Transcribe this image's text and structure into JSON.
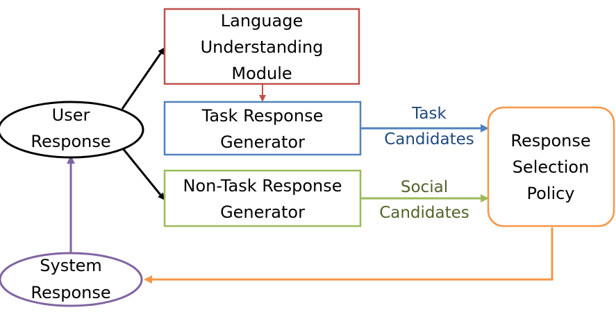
{
  "nodes": {
    "user_response": {
      "lines": [
        "User",
        "Response"
      ]
    },
    "language_understanding": {
      "lines": [
        "Language",
        "Understanding",
        "Module"
      ]
    },
    "task_generator": {
      "lines": [
        "Task Response",
        "Generator"
      ]
    },
    "non_task_generator": {
      "lines": [
        "Non-Task Response",
        "Generator"
      ]
    },
    "selection_policy": {
      "lines": [
        "Response",
        "Selection",
        "Policy"
      ]
    },
    "system_response": {
      "lines": [
        "System",
        "Response"
      ]
    }
  },
  "edge_labels": {
    "task_candidates": {
      "lines": [
        "Task",
        "Candidates"
      ]
    },
    "social_candidates": {
      "lines": [
        "Social",
        "Candidates"
      ]
    }
  },
  "colors": {
    "black": "#000000",
    "red": "#c0504d",
    "blue": "#4f81bd",
    "blue_text": "#1f497d",
    "green": "#9bbb59",
    "green_text": "#4f6228",
    "orange": "#f79646",
    "purple": "#8064a2"
  }
}
